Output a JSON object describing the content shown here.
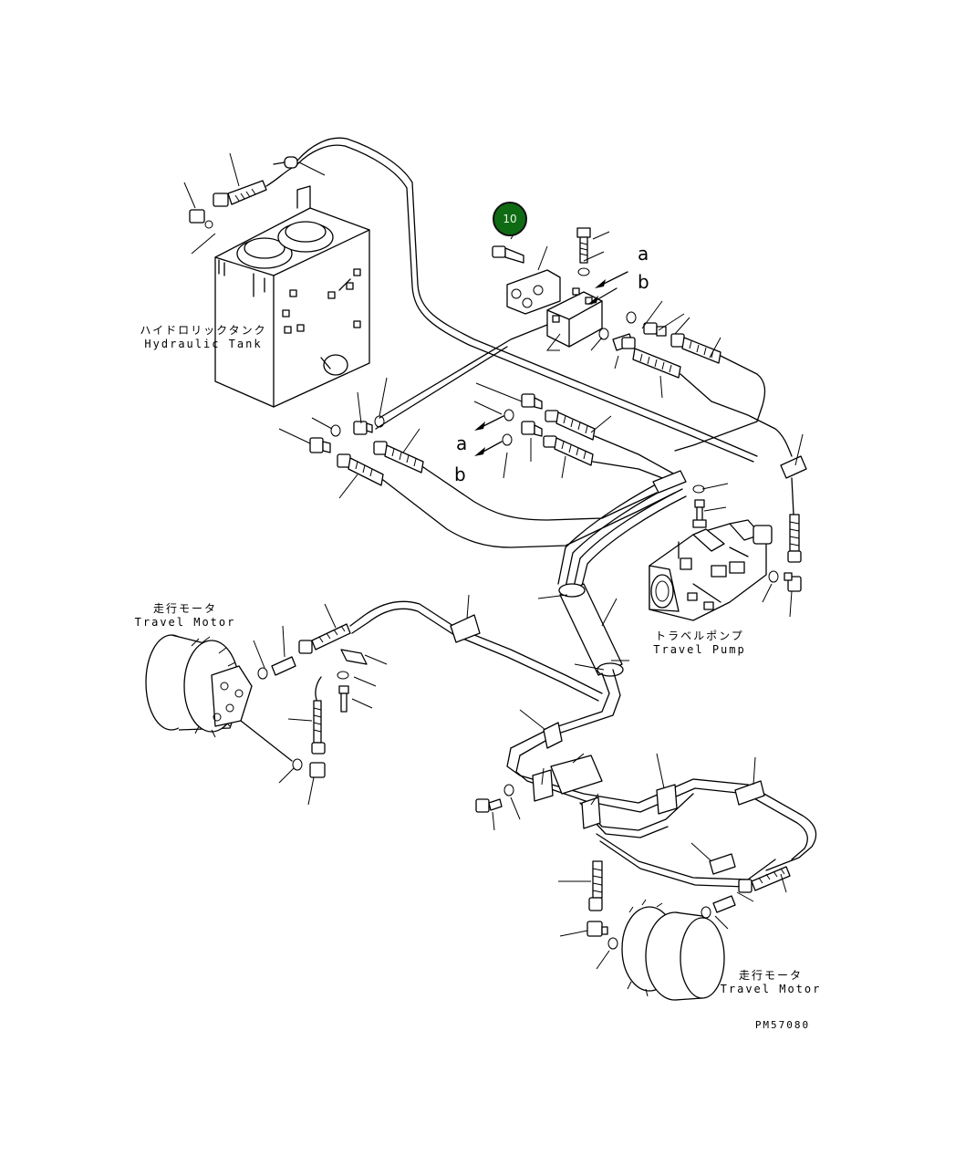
{
  "labels": {
    "hydraulic_tank": {
      "jp": "ハイドロリックタンク",
      "en": "Hydraulic Tank"
    },
    "travel_motor_left": {
      "jp": "走行モータ",
      "en": "Travel Motor"
    },
    "travel_pump": {
      "jp": "トラベルポンプ",
      "en": "Travel Pump"
    },
    "travel_motor_right": {
      "jp": "走行モータ",
      "en": "Travel Motor"
    }
  },
  "connection_markers": [
    "a",
    "b",
    "a",
    "b"
  ],
  "callout": {
    "number": "10",
    "color": "#0f6b13"
  },
  "drawing_number": "PM57080"
}
